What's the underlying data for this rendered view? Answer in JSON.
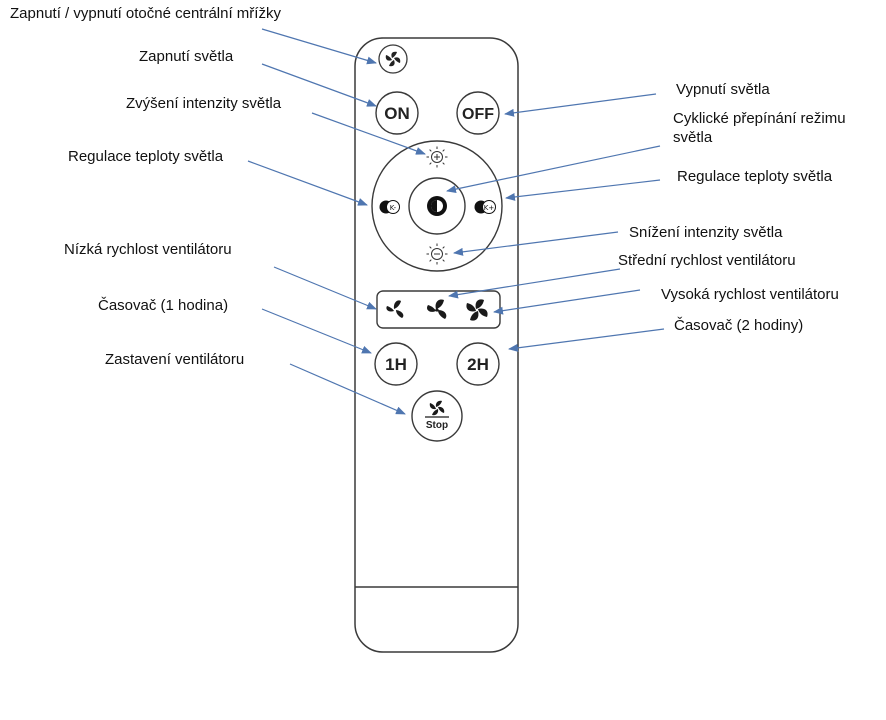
{
  "colors": {
    "arrow": "#4f76b0",
    "outline": "#3a3a3a",
    "text": "#111111"
  },
  "buttons": {
    "on": "ON",
    "off": "OFF",
    "timer1": "1H",
    "timer2": "2H",
    "stop": "Stop"
  },
  "icons": {
    "grille": "fan-swirl-icon",
    "brightness_up": "sun-plus-icon",
    "brightness_down": "sun-minus-icon",
    "mode": "mode-cycle-icon",
    "temp_down": "kelvin-minus-icon",
    "temp_up": "kelvin-plus-icon",
    "fan_low": "fan-low-icon",
    "fan_medium": "fan-medium-icon",
    "fan_high": "fan-high-icon",
    "fan_stop": "fan-stop-icon"
  },
  "labels": {
    "grille_toggle": "Zapnutí / vypnutí otočné centrální mřížky",
    "light_on": "Zapnutí světla",
    "light_off": "Vypnutí světla",
    "brightness_up": "Zvýšení intenzity světla",
    "mode_cycle": "Cyklické přepínání režimu světla",
    "temp_left": "Regulace teploty světla",
    "temp_right": "Regulace teploty světla",
    "brightness_down": "Snížení intenzity světla",
    "fan_low": "Nízká rychlost ventilátoru",
    "fan_medium": "Střední rychlost ventilátoru",
    "fan_high": "Vysoká rychlost ventilátoru",
    "timer_1h": "Časovač (1 hodina)",
    "timer_2h": "Časovač (2 hodiny)",
    "fan_stop": "Zastavení ventilátoru"
  }
}
